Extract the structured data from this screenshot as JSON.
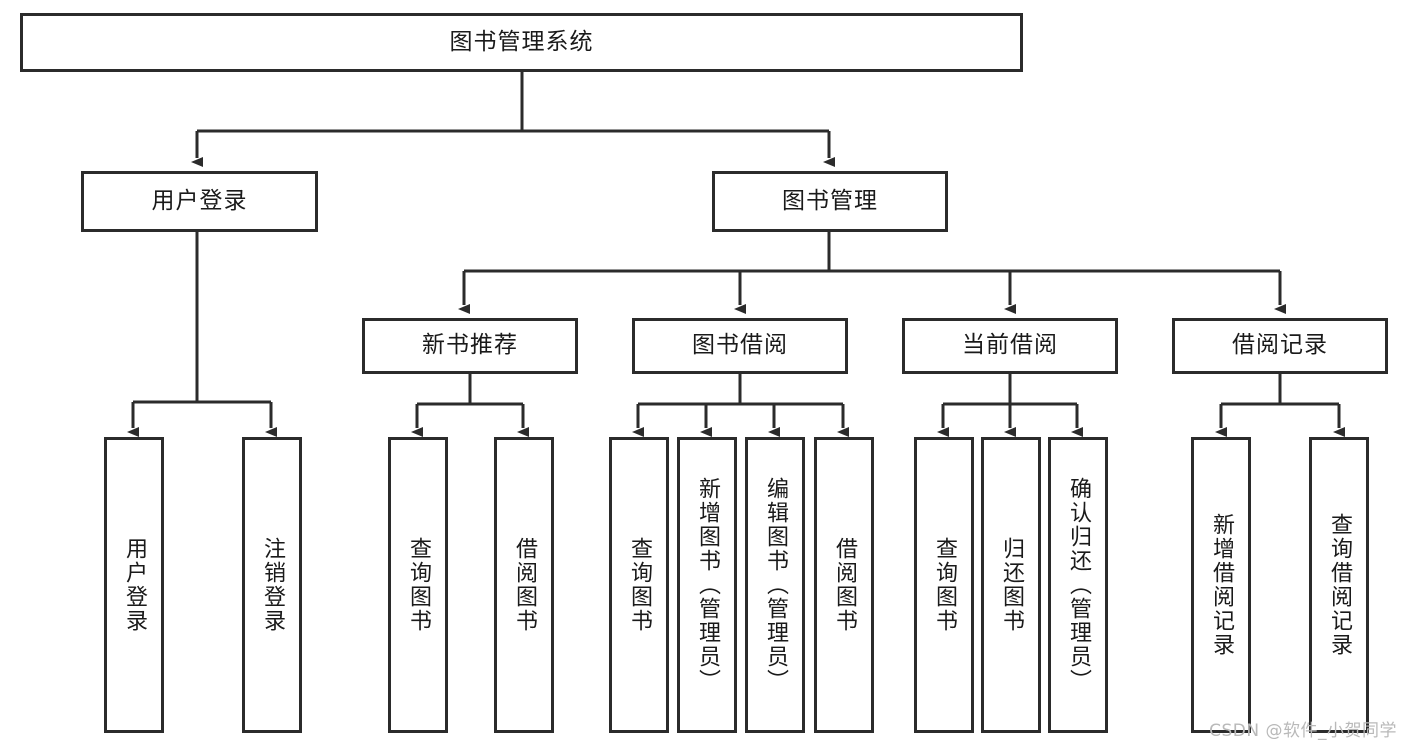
{
  "diagram": {
    "title": "图书管理系统",
    "type": "tree",
    "watermark": "CSDN @软件_小贺同学",
    "colors": {
      "box_border": "#2b2b2b",
      "box_fill": "#ffffff",
      "connector": "#2b2b2b",
      "text": "#1a1a1a",
      "watermark": "#b9b9b9",
      "background": "#ffffff"
    },
    "root": {
      "id": "root",
      "label": "图书管理系统",
      "orientation": "horizontal"
    },
    "level2": [
      {
        "id": "user-login",
        "label": "用户登录",
        "orientation": "horizontal"
      },
      {
        "id": "book-manage",
        "label": "图书管理",
        "orientation": "horizontal"
      }
    ],
    "level3": [
      {
        "id": "new-book-recommend",
        "label": "新书推荐",
        "orientation": "horizontal",
        "parent": "book-manage"
      },
      {
        "id": "book-borrow",
        "label": "图书借阅",
        "orientation": "horizontal",
        "parent": "book-manage"
      },
      {
        "id": "current-borrow",
        "label": "当前借阅",
        "orientation": "horizontal",
        "parent": "book-manage"
      },
      {
        "id": "borrow-record",
        "label": "借阅记录",
        "orientation": "horizontal",
        "parent": "book-manage"
      }
    ],
    "leaves": [
      {
        "id": "leaf-user-login",
        "label": "用户登录",
        "orientation": "vertical",
        "parent": "user-login"
      },
      {
        "id": "leaf-logout-login",
        "label": "注销登录",
        "orientation": "vertical",
        "parent": "user-login"
      },
      {
        "id": "leaf-query-book-1",
        "label": "查询图书",
        "orientation": "vertical",
        "parent": "new-book-recommend"
      },
      {
        "id": "leaf-borrow-book-1",
        "label": "借阅图书",
        "orientation": "vertical",
        "parent": "new-book-recommend"
      },
      {
        "id": "leaf-query-book-2",
        "label": "查询图书",
        "orientation": "vertical",
        "parent": "book-borrow"
      },
      {
        "id": "leaf-add-book",
        "label": "新增图书（管理员）",
        "orientation": "vertical",
        "parent": "book-borrow"
      },
      {
        "id": "leaf-edit-book",
        "label": "编辑图书（管理员）",
        "orientation": "vertical",
        "parent": "book-borrow"
      },
      {
        "id": "leaf-borrow-book-2",
        "label": "借阅图书",
        "orientation": "vertical",
        "parent": "book-borrow"
      },
      {
        "id": "leaf-query-book-3",
        "label": "查询图书",
        "orientation": "vertical",
        "parent": "current-borrow"
      },
      {
        "id": "leaf-return-book",
        "label": "归还图书",
        "orientation": "vertical",
        "parent": "current-borrow"
      },
      {
        "id": "leaf-confirm-return",
        "label": "确认归还（管理员）",
        "orientation": "vertical",
        "parent": "current-borrow"
      },
      {
        "id": "leaf-add-record",
        "label": "新增借阅记录",
        "orientation": "vertical",
        "parent": "borrow-record"
      },
      {
        "id": "leaf-query-record",
        "label": "查询借阅记录",
        "orientation": "vertical",
        "parent": "borrow-record"
      }
    ]
  }
}
